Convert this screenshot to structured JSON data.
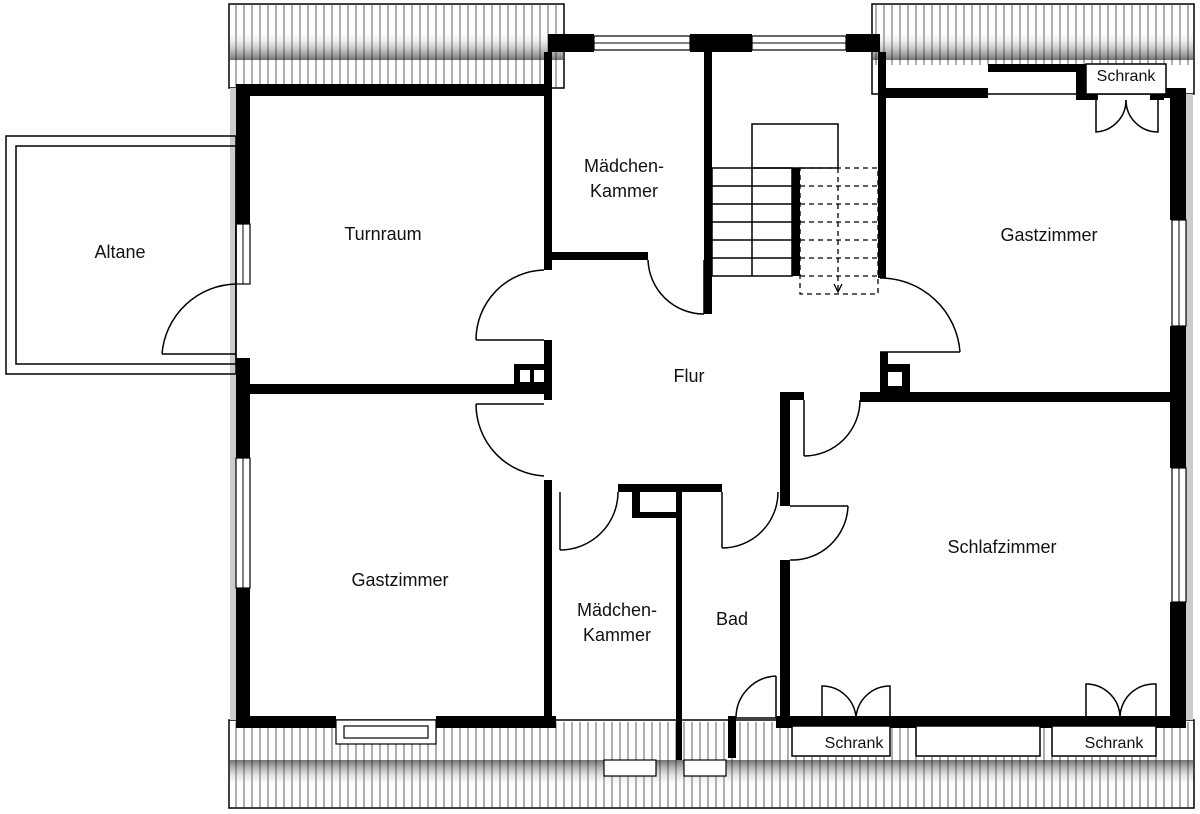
{
  "rooms": {
    "altane": "Altane",
    "turnraum": "Turnraum",
    "maedchen_top_line1": "Mädchen-",
    "maedchen_top_line2": "Kammer",
    "gast_top": "Gastzimmer",
    "flur": "Flur",
    "gast_left": "Gastzimmer",
    "maedchen_bottom_line1": "Mädchen-",
    "maedchen_bottom_line2": "Kammer",
    "bad": "Bad",
    "schlaf": "Schlafzimmer"
  },
  "wardrobes": {
    "top_right": "Schrank",
    "bottom_middle": "Schrank",
    "bottom_right": "Schrank"
  },
  "colors": {
    "wall": "#000000",
    "background": "#ffffff",
    "roof_hatch": "#888888"
  }
}
